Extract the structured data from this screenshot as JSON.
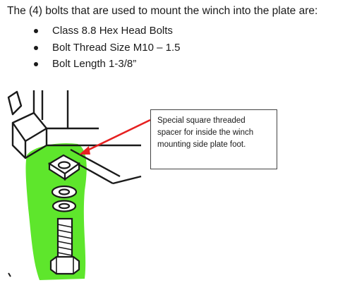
{
  "intro": {
    "text": "The (4) bolts that are used to mount the winch into the plate are:"
  },
  "specs": {
    "items": [
      "Class 8.8 Hex Head Bolts",
      "Bolt Thread Size M10 – 1.5",
      "Bolt Length 1-3/8”"
    ]
  },
  "callout": {
    "lines": [
      "Special square threaded",
      "spacer for inside the winch",
      "mounting side plate foot."
    ]
  },
  "colors": {
    "highlight": "#5ee62c",
    "arrow": "#e62020",
    "ink": "#1a1a1a"
  }
}
